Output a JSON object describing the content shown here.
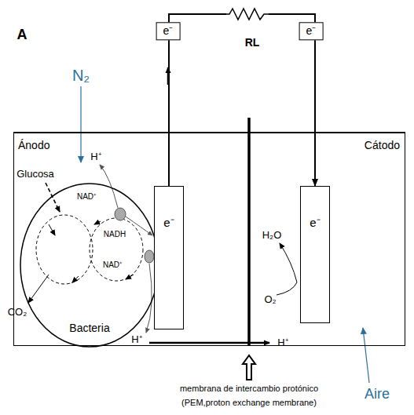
{
  "diagram": {
    "nodes": [
      {
        "text": [
          "Ánodo",
          "Cátodo"
        ]
      },
      {
        "text": [
          "Bacteria"
        ],
        "in": 0
      },
      {
        "text": [
          "e⁻"
        ],
        "in": 0
      },
      {
        "text": [
          "e⁻"
        ],
        "in": 0
      }
    ],
    "edges": [
      {
        "from": 2,
        "to": 3,
        "arrow": "to",
        "label": "RL"
      }
    ],
    "labels": [
      "A",
      "N₂",
      "Glucosa",
      "H⁺",
      "NAD⁺",
      "NADH",
      "NAD⁺",
      "CO₂",
      "H⁺",
      "H⁺",
      "H₂O",
      "O₂",
      "e⁻",
      "e⁻",
      "membrana de intercambio protónico",
      "(PEM,proton exchange membrane)",
      "Aire"
    ]
  }
}
